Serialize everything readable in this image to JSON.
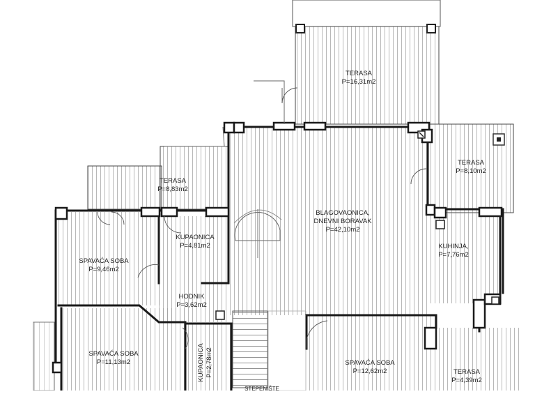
{
  "rooms": [
    {
      "id": "terasa_top",
      "name": "TERASA",
      "area": "P=16,31m2"
    },
    {
      "id": "terasa_right",
      "name": "TERASA",
      "area": "P=8,10m2"
    },
    {
      "id": "terasa_left",
      "name": "TERASA",
      "area": "P=8,83m2"
    },
    {
      "id": "living",
      "name1": "BLAGOVAONICA,",
      "name2": "DNEVNI BORAVAK",
      "area": "P=42,10m2"
    },
    {
      "id": "kupaonica",
      "name": "KUPAONICA",
      "area": "P=4,81m2"
    },
    {
      "id": "spavaca1",
      "name": "SPAVAĆA SOBA",
      "area": "P=9,46m2"
    },
    {
      "id": "kuhinja",
      "name": "KUHINJA,",
      "area": "P=7,76m2"
    },
    {
      "id": "hodnik",
      "name": "HODNIK",
      "area": "P=3,62m2"
    },
    {
      "id": "spavaca2",
      "name": "SPAVAĆA SOBA",
      "area": "P=11,13m2"
    },
    {
      "id": "kupaonica2",
      "name": "KUPAONICA",
      "area": "P=2,78m2"
    },
    {
      "id": "spavaca3",
      "name": "SPAVAĆA SOBA",
      "area": "P=12,62m2"
    },
    {
      "id": "terasa_br",
      "name": "TERASA",
      "area": "P=4,39m2"
    },
    {
      "id": "stair",
      "name": "STEPENIŠTE"
    }
  ]
}
